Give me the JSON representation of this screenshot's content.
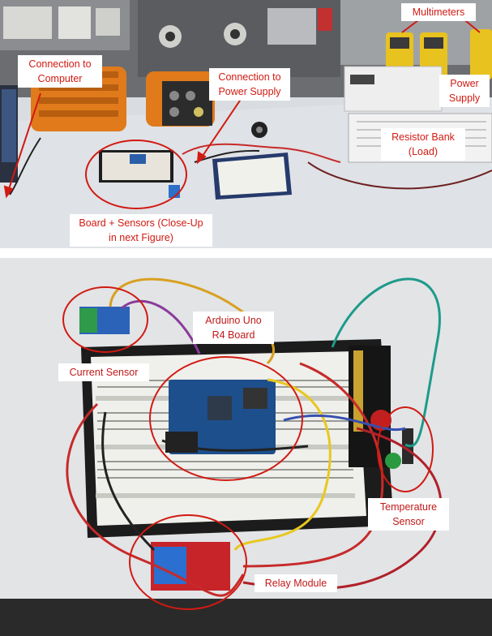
{
  "top_panel": {
    "labels": {
      "multimeters": "Multimeters",
      "connection_computer": "Connection to\nComputer",
      "connection_power": "Connection to\nPower Supply",
      "power_supply": "Power\nSupply",
      "resistor_bank": "Resistor Bank\n(Load)",
      "board_sensors": "Board + Sensors (Close-Up\nin next Figure)"
    }
  },
  "bottom_panel": {
    "labels": {
      "arduino": "Arduino Uno\nR4 Board",
      "current_sensor": "Current Sensor",
      "temperature_sensor": "Temperature\nSensor",
      "relay_module": "Relay Module"
    }
  },
  "colors": {
    "annotation_red": "#d11a12",
    "breadboard_black": "#1c1c1c",
    "arduino_blue": "#1d4f8c",
    "motor_orange": "#e07a1b",
    "multimeter_yellow": "#e8c21e"
  }
}
